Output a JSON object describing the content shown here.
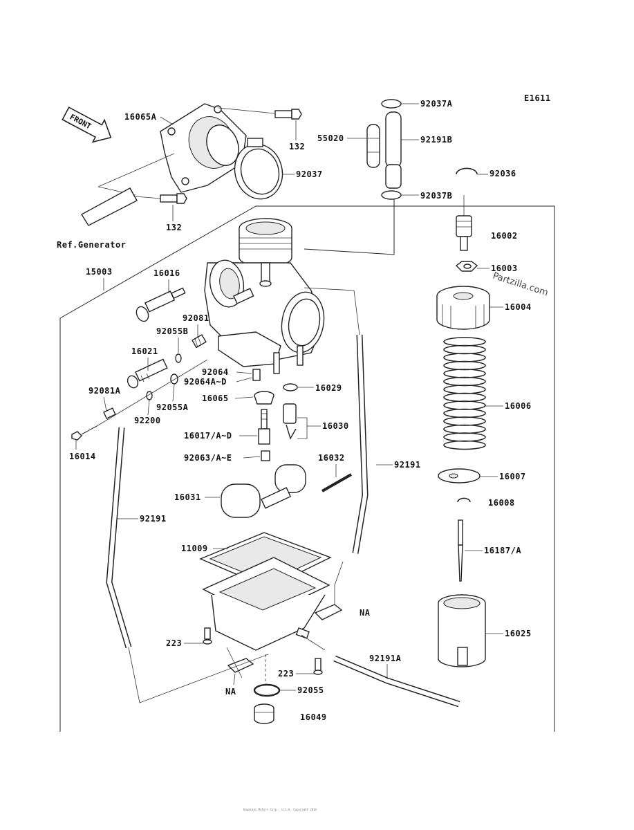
{
  "diagram_code": "E1611",
  "front_label": "FRONT",
  "ref_note": "Ref.Generator",
  "watermark": "Partzilla.com",
  "footer": "Kawasaki Motors Corp., U.S.A. Copyright 2014",
  "labels": {
    "p16065A": "16065A",
    "p132a": "132",
    "p132b": "132",
    "p92037": "92037",
    "p92037A": "92037A",
    "p55020": "55020",
    "p92191B": "92191B",
    "p92036": "92036",
    "p92037B": "92037B",
    "p16002": "16002",
    "p16003": "16003",
    "p15003": "15003",
    "p16016": "16016",
    "p16004": "16004",
    "p92081": "92081",
    "p92055B": "92055B",
    "p16021": "16021",
    "p92064": "92064",
    "p92064AD": "92064A~D",
    "p16029": "16029",
    "p16065": "16065",
    "p16006": "16006",
    "p92081A": "92081A",
    "p92055A": "92055A",
    "p92200": "92200",
    "p16030": "16030",
    "p16014": "16014",
    "p16017AD": "16017/A~D",
    "p16032": "16032",
    "p92191a": "92191",
    "p92063AE": "92063/A~E",
    "p16007": "16007",
    "p16031": "16031",
    "p16008": "16008",
    "p92191b": "92191",
    "p11009": "11009",
    "p16187A": "16187/A",
    "pNAa": "NA",
    "p16025": "16025",
    "p223a": "223",
    "p92191A": "92191A",
    "p223b": "223",
    "pNAb": "NA",
    "p92055": "92055",
    "p16049": "16049"
  }
}
